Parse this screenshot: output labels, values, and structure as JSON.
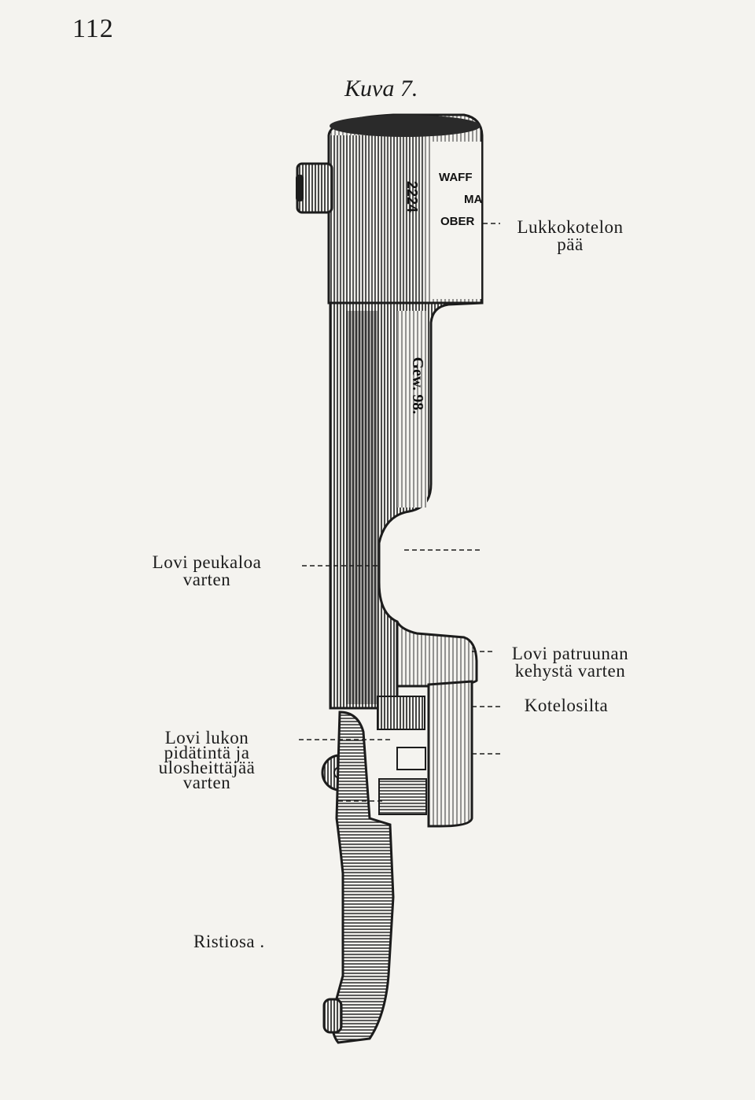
{
  "page_number": "112",
  "figure_title": "Kuva 7.",
  "labels": {
    "lukkokotelon": [
      "Lukkokotelon",
      "pää"
    ],
    "peukaloa": [
      "Lovi peukaloa",
      "varten"
    ],
    "patruunan": [
      "Lovi patruunan",
      "kehystä varten"
    ],
    "kotelosilta": [
      "Kotelosilta"
    ],
    "lukon": [
      "Lovi lukon",
      "pidätintä ja",
      "ulosheittäjää",
      "varten"
    ],
    "ristiosa": [
      "Ristiosa ."
    ]
  },
  "stamps": {
    "serial": "2224",
    "maker": [
      "WAFF",
      "MA",
      "OBER"
    ],
    "model": "Gew. 98."
  }
}
